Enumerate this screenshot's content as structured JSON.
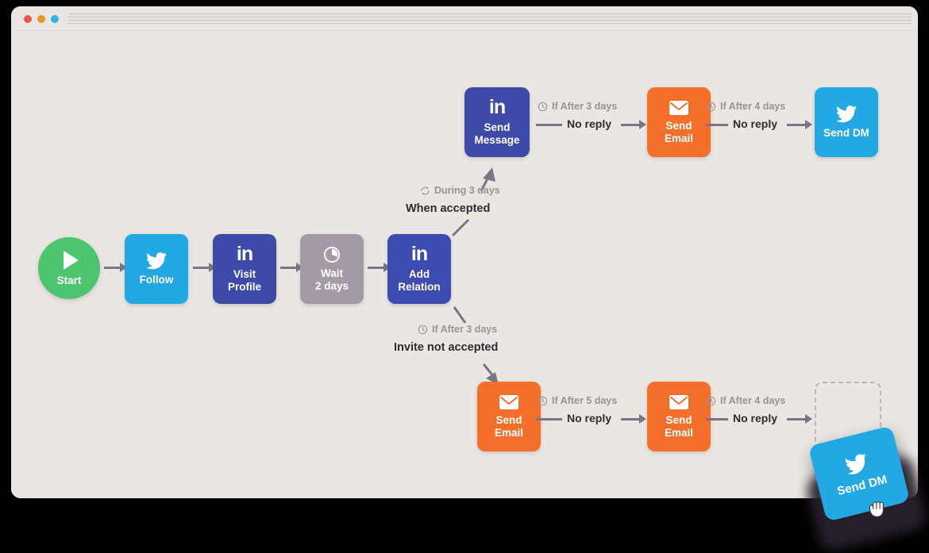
{
  "window": {
    "traffic_lights": [
      "close-red",
      "minimize-amber",
      "zoom-blue"
    ],
    "colors": {
      "canvas_bg": "#eae6e2",
      "linkedin": "#3d4aa8",
      "twitter": "#22a8e2",
      "email": "#f4702a",
      "wait": "#a49aa6",
      "start": "#4cc56e",
      "connector": "#7d7387",
      "condition_text": "#9a9298",
      "label_text": "#2f2b33"
    }
  },
  "flow": {
    "main_row": [
      {
        "id": "start",
        "type": "start",
        "icon": "play-icon",
        "label": "Start"
      },
      {
        "id": "follow",
        "type": "twitter",
        "icon": "twitter-icon",
        "label": "Follow"
      },
      {
        "id": "visit-profile",
        "type": "linkedin",
        "icon": "linkedin-icon",
        "label": "Visit\nProfile"
      },
      {
        "id": "wait",
        "type": "wait",
        "icon": "timer-icon",
        "label": "Wait\n2 days"
      },
      {
        "id": "add-relation",
        "type": "linkedin",
        "icon": "linkedin-icon",
        "label": "Add\nRelation"
      }
    ],
    "accepted_branch": {
      "condition": "During 3 days",
      "condition_icon": "loop-icon",
      "label": "When accepted",
      "nodes": [
        {
          "id": "send-message",
          "type": "linkedin",
          "icon": "linkedin-icon",
          "label": "Send\nMessage"
        },
        {
          "id": "send-email-1",
          "type": "email",
          "icon": "envelope-icon",
          "label": "Send\nEmail"
        },
        {
          "id": "send-dm",
          "type": "twitter",
          "icon": "twitter-icon",
          "label": "Send DM"
        }
      ],
      "edges": [
        {
          "condition": "If After 3 days",
          "condition_icon": "clock-icon",
          "label": "No reply"
        },
        {
          "condition": "If After 4 days",
          "condition_icon": "clock-icon",
          "label": "No reply"
        }
      ]
    },
    "not_accepted_branch": {
      "condition": "If After 3 days",
      "condition_icon": "clock-icon",
      "label": "Invite not accepted",
      "nodes": [
        {
          "id": "send-email-2",
          "type": "email",
          "icon": "envelope-icon",
          "label": "Send\nEmail"
        },
        {
          "id": "send-email-3",
          "type": "email",
          "icon": "envelope-icon",
          "label": "Send\nEmail"
        },
        {
          "id": "drop-target",
          "type": "placeholder",
          "icon": "",
          "label": ""
        }
      ],
      "edges": [
        {
          "condition": "If After 5 days",
          "condition_icon": "clock-icon",
          "label": "No reply"
        },
        {
          "condition": "If After 4 days",
          "condition_icon": "clock-icon",
          "label": "No reply"
        }
      ]
    }
  },
  "drag": {
    "card": {
      "type": "twitter",
      "icon": "twitter-icon",
      "label": "Send DM"
    },
    "cursor": "grabbing-hand-cursor"
  }
}
